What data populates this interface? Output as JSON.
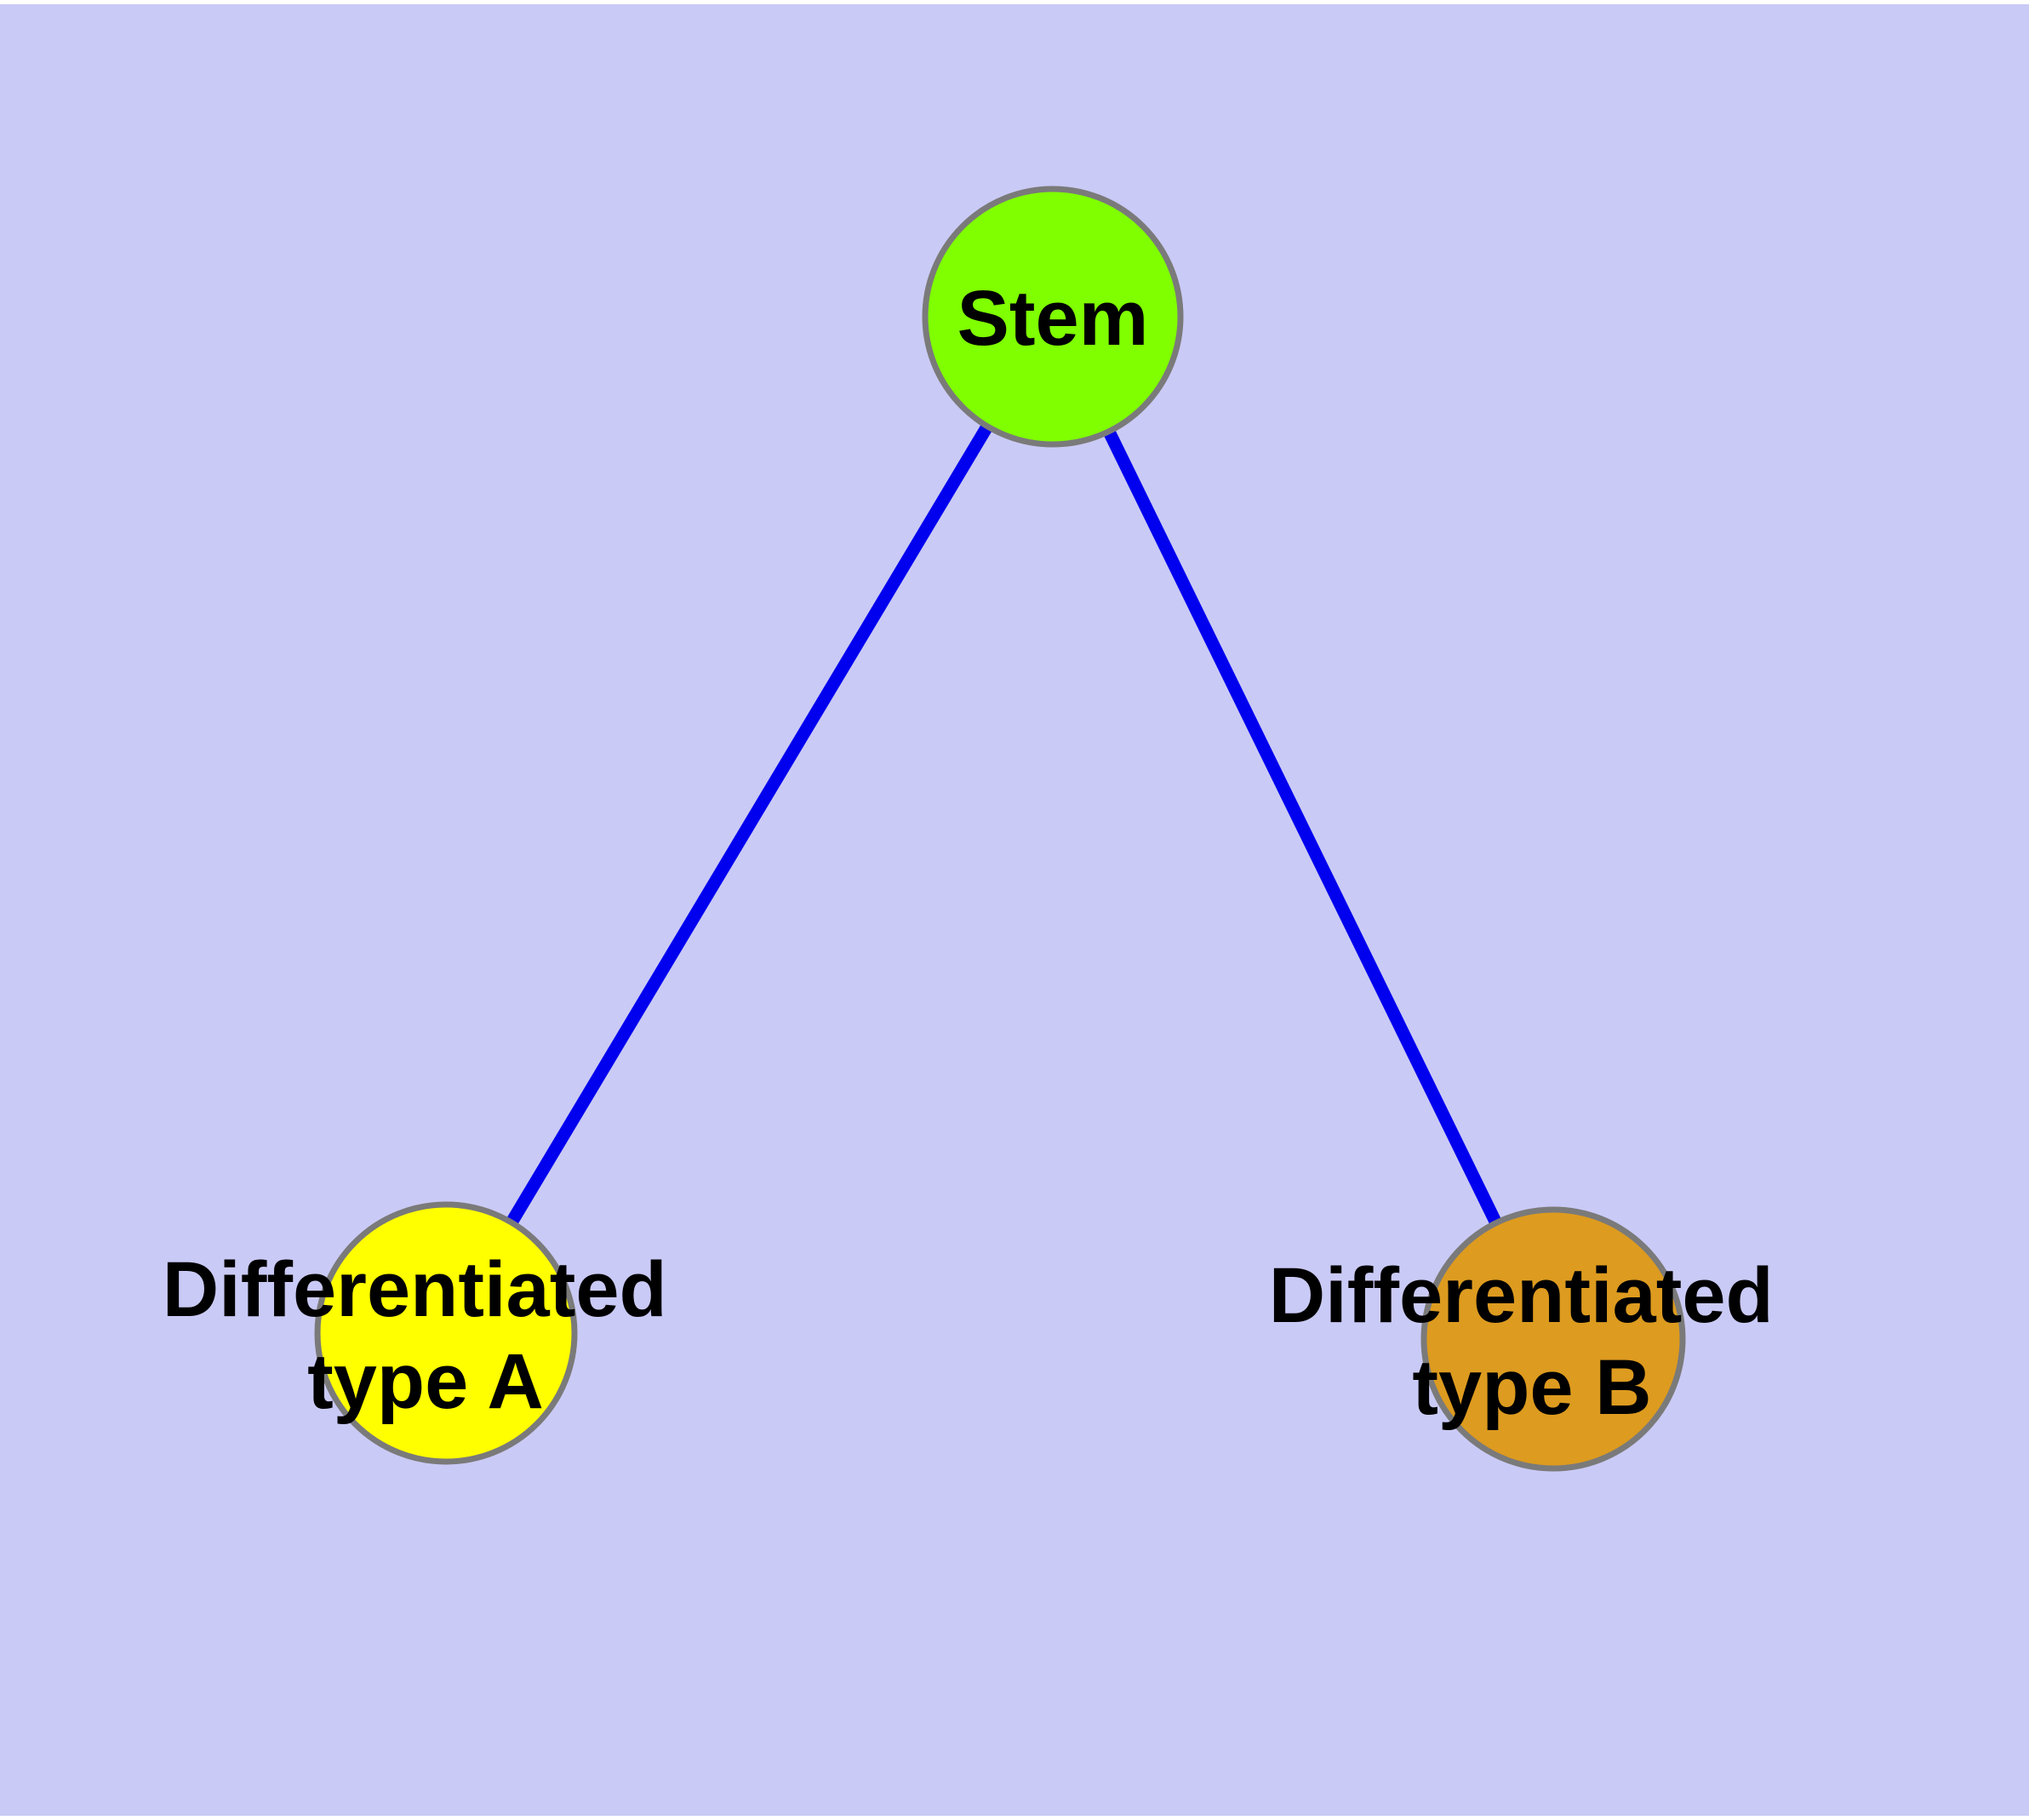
{
  "diagram": {
    "background_color": "#cacaf6",
    "page_margin_color": "#ffffff",
    "edge_color": "#0000ee",
    "node_border_color": "#7a7a7a",
    "label_color": "#000000",
    "nodes": {
      "stem": {
        "label": "Stem",
        "fill": "#7fff00"
      },
      "type_a": {
        "label_line1": "Differentiated",
        "label_line2": "type A",
        "fill": "#ffff00"
      },
      "type_b": {
        "label_line1": "Differentiated",
        "label_line2": "type B",
        "fill": "#dd9b1f"
      }
    }
  }
}
